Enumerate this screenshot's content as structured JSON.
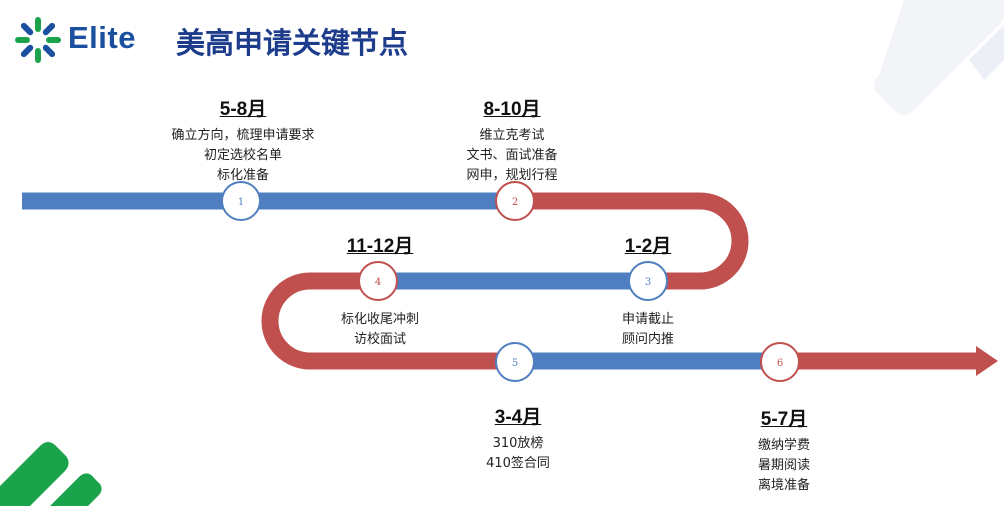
{
  "header": {
    "logo_text": "Elite",
    "title": "美高申请关键节点"
  },
  "colors": {
    "blue": "#4f7fc1",
    "red": "#c0504d",
    "title": "#1e3c8c",
    "logo_green": "#1aa34a",
    "logo_blue": "#1b4fa0"
  },
  "stages": [
    {
      "period": "5-8月",
      "lines": [
        "确立方向，梳理申请要求",
        "初定选校名单",
        "标化准备"
      ]
    },
    {
      "period": "8-10月",
      "lines": [
        "维立克考试",
        "文书、面试准备",
        "网申，规划行程"
      ]
    },
    {
      "period": "11-12月",
      "lines": [
        "标化收尾冲刺",
        "访校面试"
      ]
    },
    {
      "period": "1-2月",
      "lines": [
        "申请截止",
        "顾问内推"
      ]
    },
    {
      "period": "3-4月",
      "lines": [
        "310放榜",
        "410签合同"
      ]
    },
    {
      "period": "5-7月",
      "lines": [
        "缴纳学费",
        "暑期阅读",
        "离境准备"
      ]
    }
  ],
  "nodes": [
    "1",
    "2",
    "3",
    "4",
    "5",
    "6"
  ]
}
